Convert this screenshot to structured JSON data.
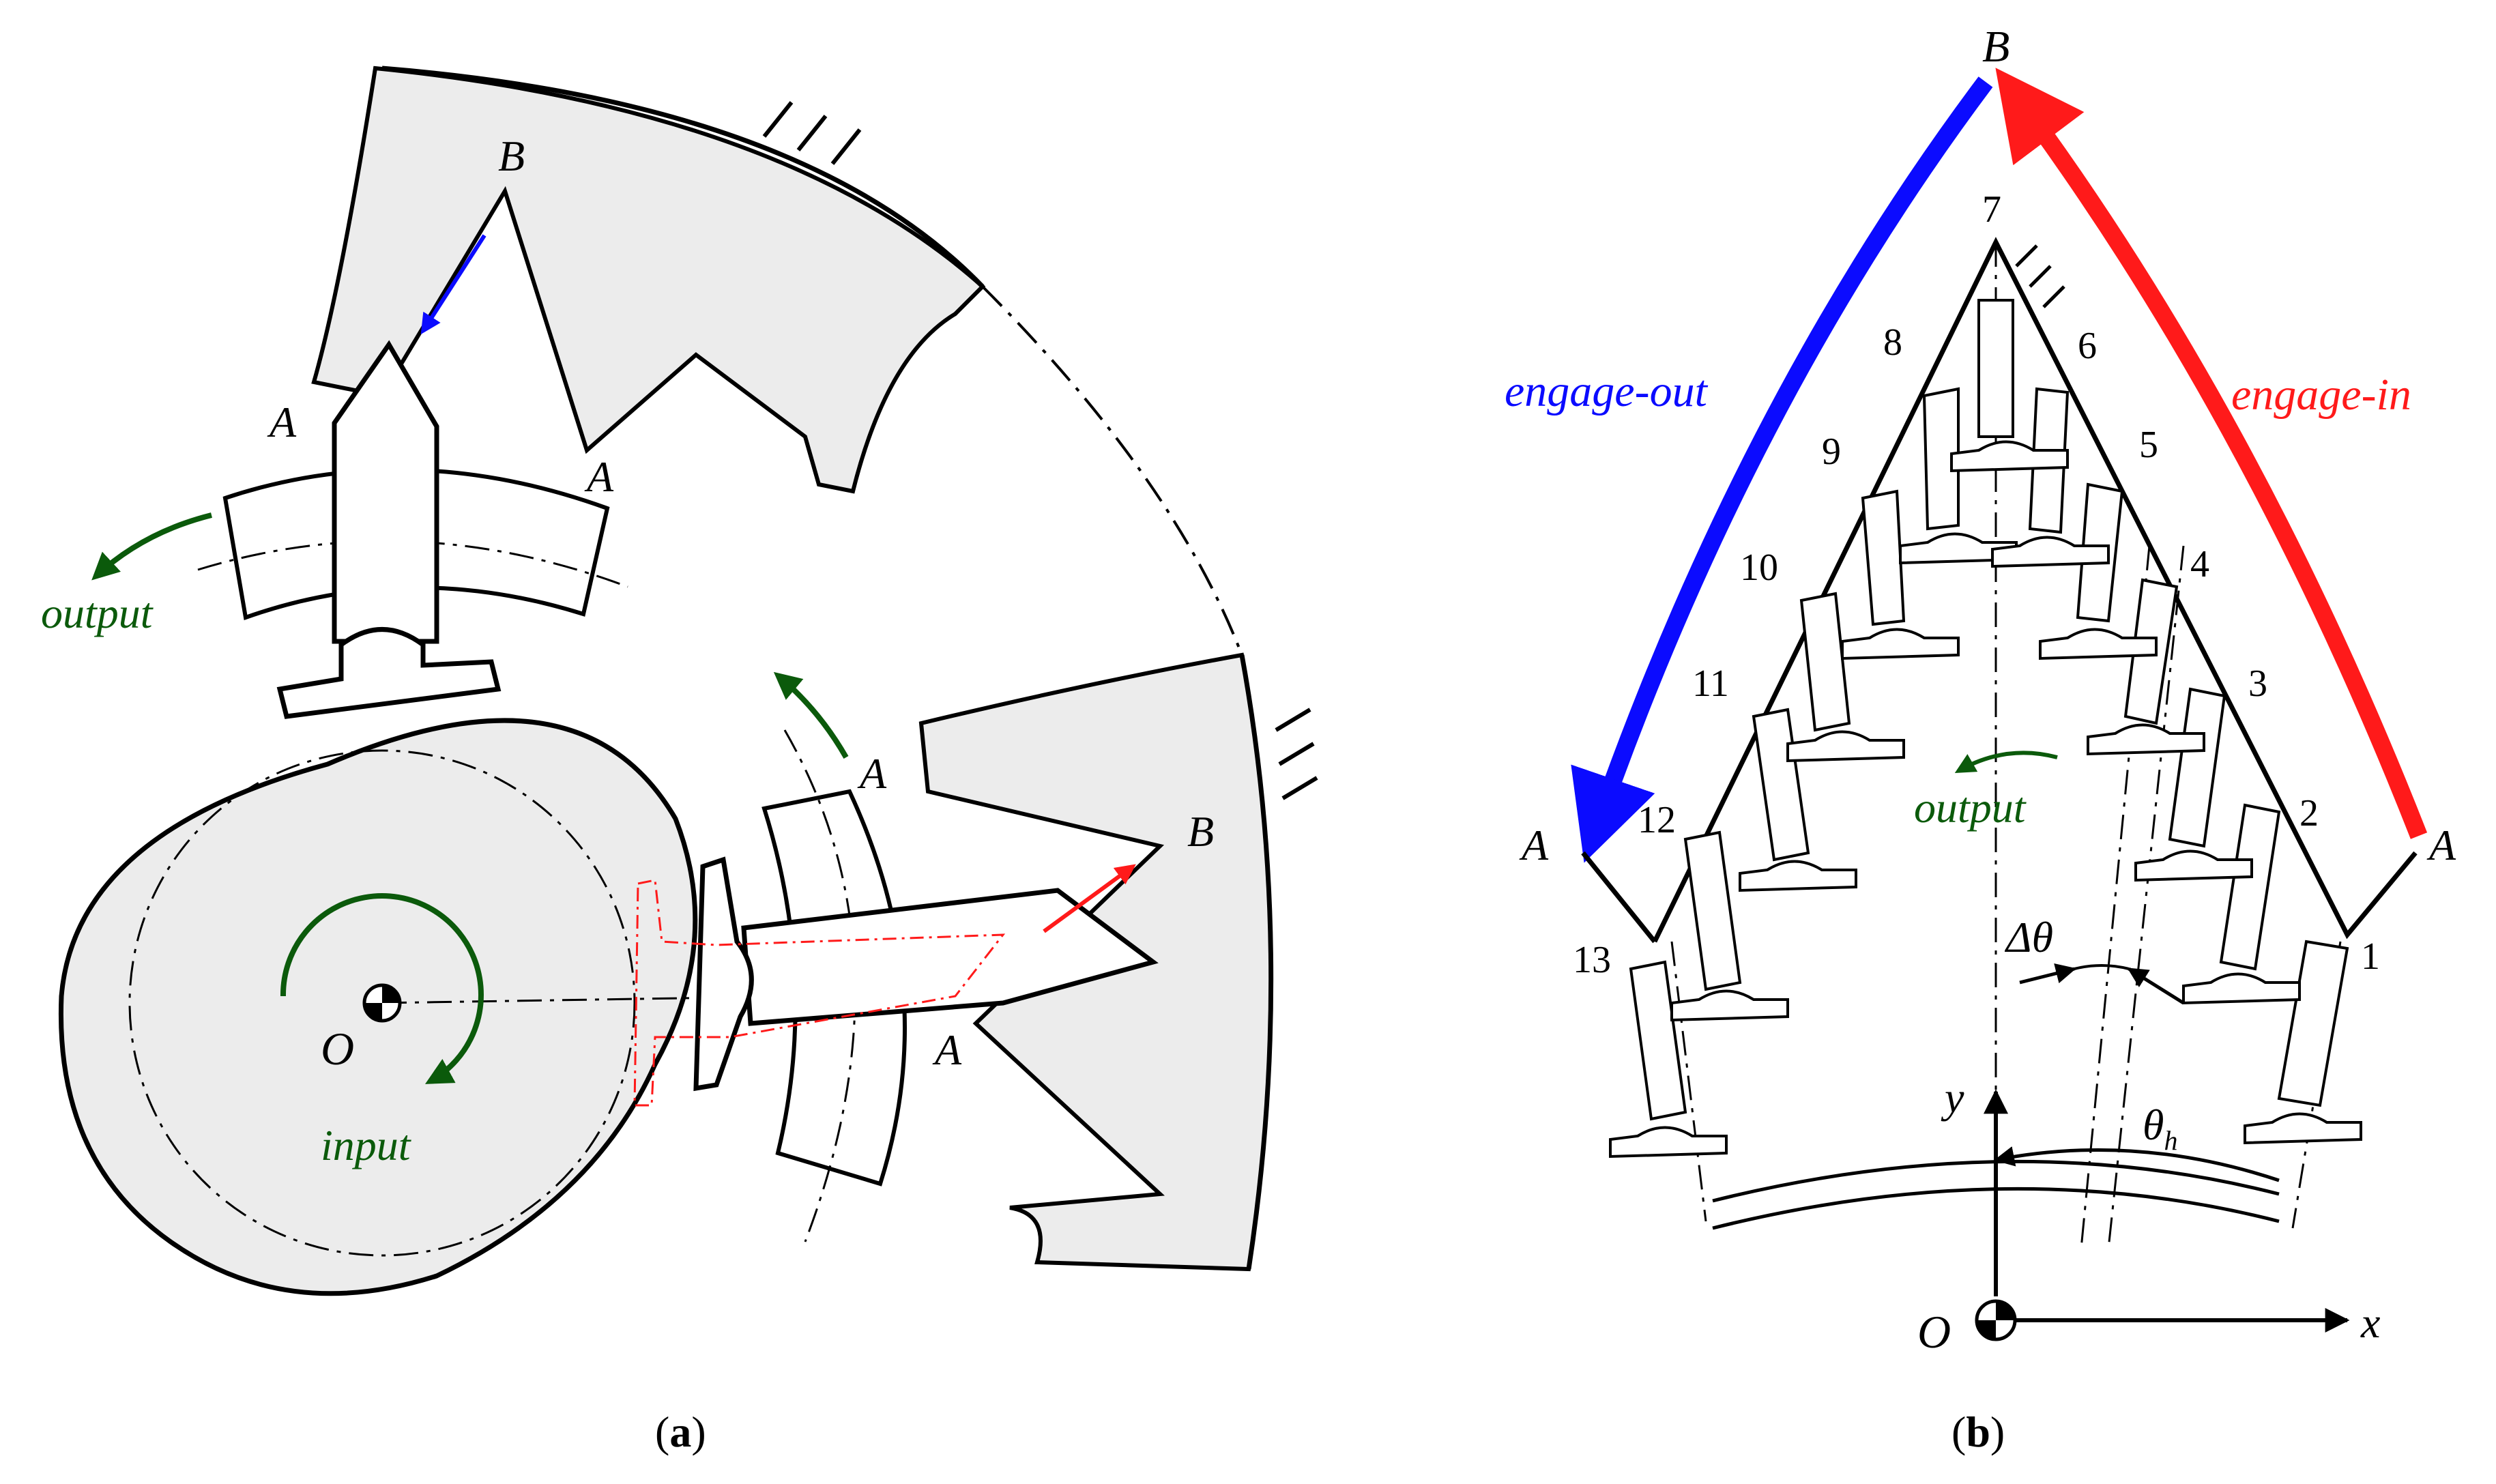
{
  "colors": {
    "fill_gray": "#ececec",
    "stroke": "#000000",
    "blue": "#0b0bff",
    "red": "#ff1a1a",
    "green": "#0b5a0b"
  },
  "panel_a": {
    "label_B_top": "B",
    "label_A_top_left": "A",
    "label_A_top_right": "A",
    "label_output": "output",
    "label_O": "O",
    "label_input": "input",
    "label_A_mid_upper": "A",
    "label_B_right": "B",
    "label_A_mid_lower": "A",
    "caption_open": "(",
    "caption_letter": "a",
    "caption_close": ")"
  },
  "panel_b": {
    "label_B": "B",
    "label_engage_out": "engage-out",
    "label_engage_in": "engage-in",
    "label_A_left": "A",
    "label_A_right": "A",
    "label_output": "output",
    "label_delta_theta": "Δθ",
    "label_theta": "θ",
    "label_theta_sub": "h",
    "label_y": "y",
    "label_x": "x",
    "label_O": "O",
    "position_numbers": [
      "1",
      "2",
      "3",
      "4",
      "5",
      "6",
      "7",
      "8",
      "9",
      "10",
      "11",
      "12",
      "13"
    ],
    "caption_open": "(",
    "caption_letter": "b",
    "caption_close": ")"
  },
  "icons": [
    "ground-hatch-icon",
    "center-mark-icon",
    "rotation-arrow-icon"
  ]
}
